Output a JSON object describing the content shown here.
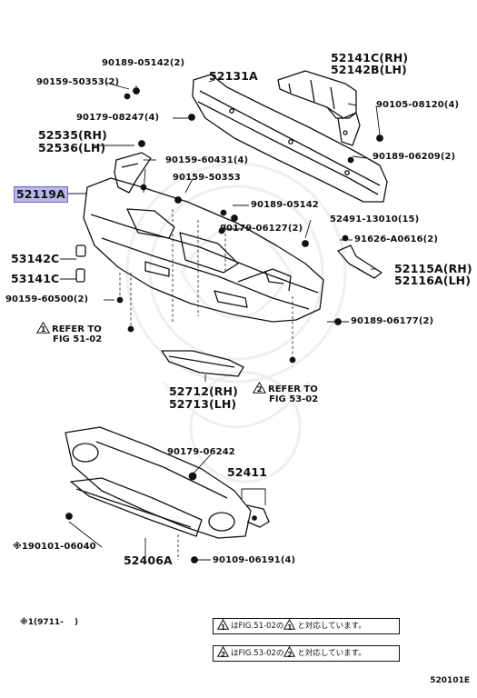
{
  "parts": {
    "p90189_05142_2": "90189-05142(2)",
    "p90159_50353_2": "90159-50353(2)",
    "p52131A": "52131A",
    "p52141C": "52141C(RH)",
    "p52142B": "52142B(LH)",
    "p90179_08247_4": "90179-08247(4)",
    "p90105_08120_4": "90105-08120(4)",
    "p52535": "52535(RH)",
    "p52536": "52536(LH)",
    "p90159_60431_4": "90159-60431(4)",
    "p90189_06209_2": "90189-06209(2)",
    "p52119A": "52119A",
    "p90159_50353": "90159-50353",
    "p90189_05142": "90189-05142",
    "p90179_06127_2": "90179-06127(2)",
    "p52491_13010_15": "52491-13010(15)",
    "p91626_A0616_2": "91626-A0616(2)",
    "p53142C": "53142C",
    "p53141C": "53141C",
    "p52115A": "52115A(RH)",
    "p52116A": "52116A(LH)",
    "p90159_60500_2": "90159-60500(2)",
    "p90189_06177_2": "90189-06177(2)",
    "p52712": "52712(RH)",
    "p52713": "52713(LH)",
    "p90179_06242": "90179-06242",
    "p52411": "52411",
    "p90101_06040": "90101-06040",
    "p52406A": "52406A",
    "p90109_06191_4": "90109-06191(4)"
  },
  "refs": {
    "ref1_num": "1",
    "ref1_line1": "REFER TO",
    "ref1_line2": "FIG 51-02",
    "ref2_num": "2",
    "ref2_line1": "REFER TO",
    "ref2_line2": "FIG 53-02"
  },
  "notes": {
    "footnote_mark": "※1",
    "footnote_prefix": "※1",
    "footnote_period": "(9711-　 )",
    "note1_num": "1",
    "note1_mid": "はFIG.51-02の",
    "note1_end": "と対応しています。",
    "note2_num": "2",
    "note2_mid": "はFIG.53-02の",
    "note2_end": "と対応しています。"
  },
  "figure_code": "520101E",
  "colors": {
    "highlight": "#b9b7e8",
    "line": "#111111",
    "watermark": "#efefef"
  }
}
